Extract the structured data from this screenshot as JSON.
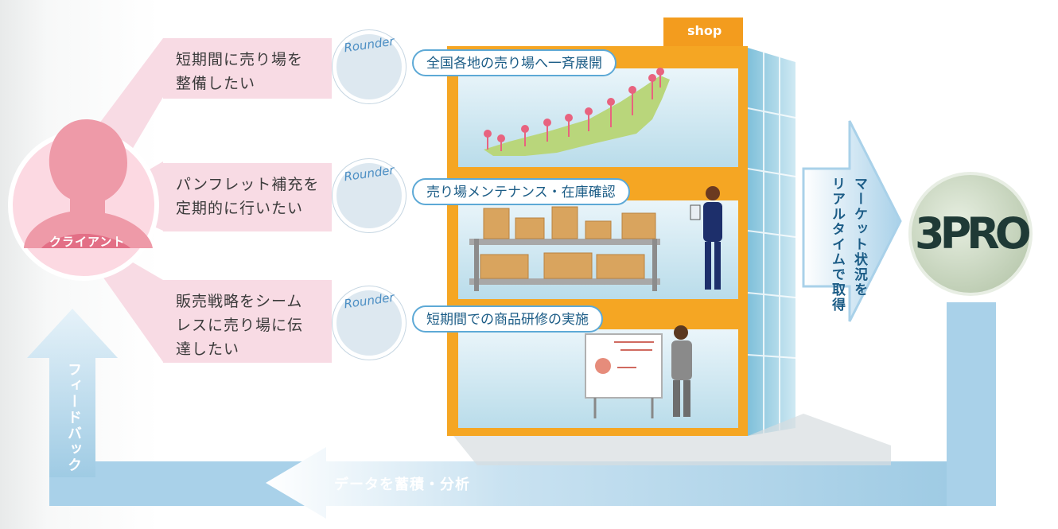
{
  "client": {
    "label": "クライアント"
  },
  "rounder_label": "Rounder",
  "needs": [
    {
      "text": "短期間に売り場を\n整備したい"
    },
    {
      "text": "パンフレット補充を\n定期的に行いたい"
    },
    {
      "text": "販売戦略をシーム\nレスに売り場に伝\n達したい"
    }
  ],
  "services": [
    {
      "label": "全国各地の売り場へ一斉展開"
    },
    {
      "label": "売り場メンテナンス・在庫確認"
    },
    {
      "label": "短期間での商品研修の実施"
    }
  ],
  "shop": {
    "label": "shop"
  },
  "market_arrow": {
    "line1": "マーケット状況を",
    "line2": "リアルタイムで取得"
  },
  "pro_logo": {
    "text": "3PRO"
  },
  "data_arrow": {
    "label": "データを蓄積・分析"
  },
  "feedback_arrow": {
    "label": "フィードバック"
  },
  "colors": {
    "pink": "#f8dbe4",
    "client": "#ee9aa8",
    "building": "#f5a623",
    "glass": "#b8dce9",
    "arrow": "#a9cfe6"
  }
}
